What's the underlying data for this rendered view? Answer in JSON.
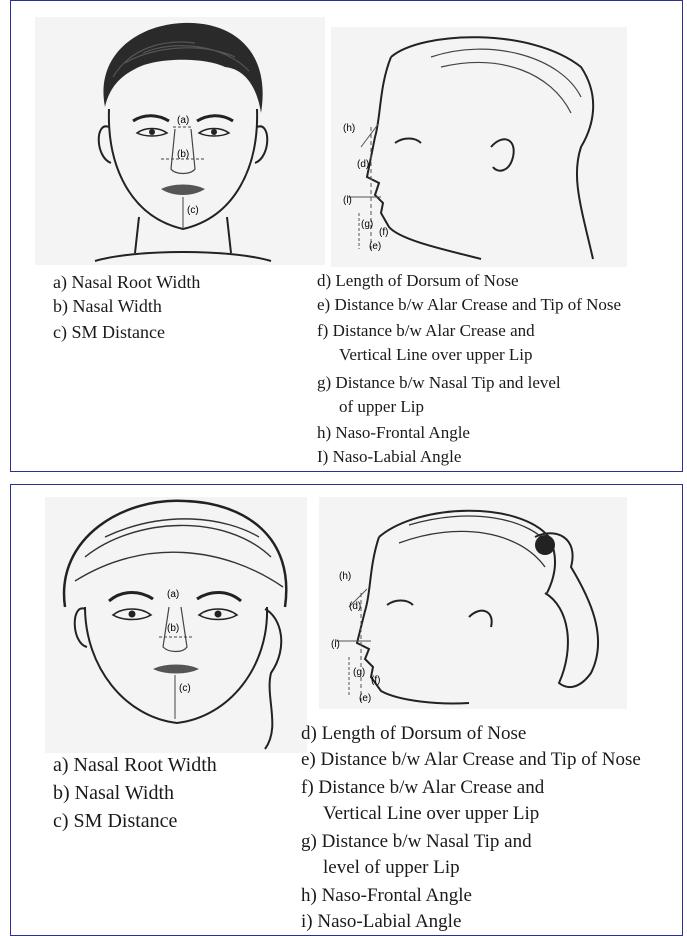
{
  "male": {
    "front_labels": [
      "a) Nasal Root Width",
      "b) Nasal Width",
      "c)  SM Distance"
    ],
    "profile_labels": [
      "d)  Length of Dorsum of Nose",
      "e)  Distance b/w Alar Crease and Tip of Nose",
      "f)  Distance b/w Alar Crease and",
      "Vertical Line over upper Lip",
      "g)  Distance b/w Nasal Tip and level",
      "of upper Lip",
      "h)  Naso-Frontal Angle",
      "I)  Naso-Labial Angle"
    ],
    "front_markers": [
      "(a)",
      "(b)",
      "(c)"
    ],
    "profile_markers": [
      "(h)",
      "(d)",
      "(i)",
      "(g)",
      "(f)",
      "(e)"
    ]
  },
  "female": {
    "front_labels": [
      "a) Nasal Root Width",
      "b) Nasal Width",
      "c)  SM Distance"
    ],
    "profile_labels": [
      "d) Length of Dorsum of Nose",
      "e) Distance b/w Alar Crease and Tip of Nose",
      "f) Distance b/w Alar Crease and",
      "Vertical Line over upper Lip",
      "g) Distance b/w Nasal Tip and",
      "level of upper Lip",
      "h) Naso-Frontal Angle",
      "i) Naso-Labial Angle"
    ],
    "front_markers": [
      "(a)",
      "(b)",
      "(c)"
    ],
    "profile_markers": [
      "(h)",
      "(d)",
      "(i)",
      "(g)",
      "(f)",
      "(e)"
    ]
  }
}
